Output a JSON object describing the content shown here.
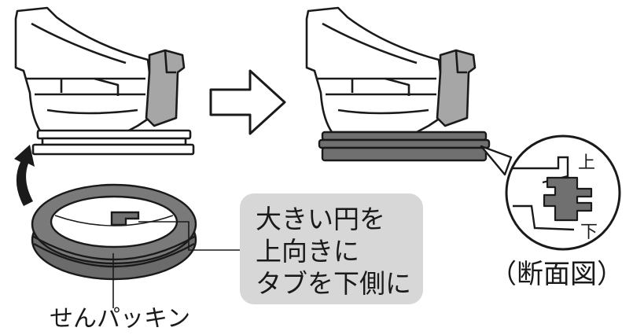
{
  "callout": {
    "lines": [
      "大きい円を",
      "上向きに",
      "タブを下側に"
    ]
  },
  "labels": {
    "packing": "せんパッキン",
    "cross_section": "（断面図）",
    "upper": "上",
    "lower": "下"
  },
  "colors": {
    "outline": "#1a1a1a",
    "gray_part": "#a6a6a6",
    "dark_packing": "#707070",
    "callout_bg": "#d7d7d7"
  },
  "icons": {
    "process_arrow": "hollow-right-arrow-icon",
    "rotate_arrow": "curved-up-arrow-icon"
  }
}
